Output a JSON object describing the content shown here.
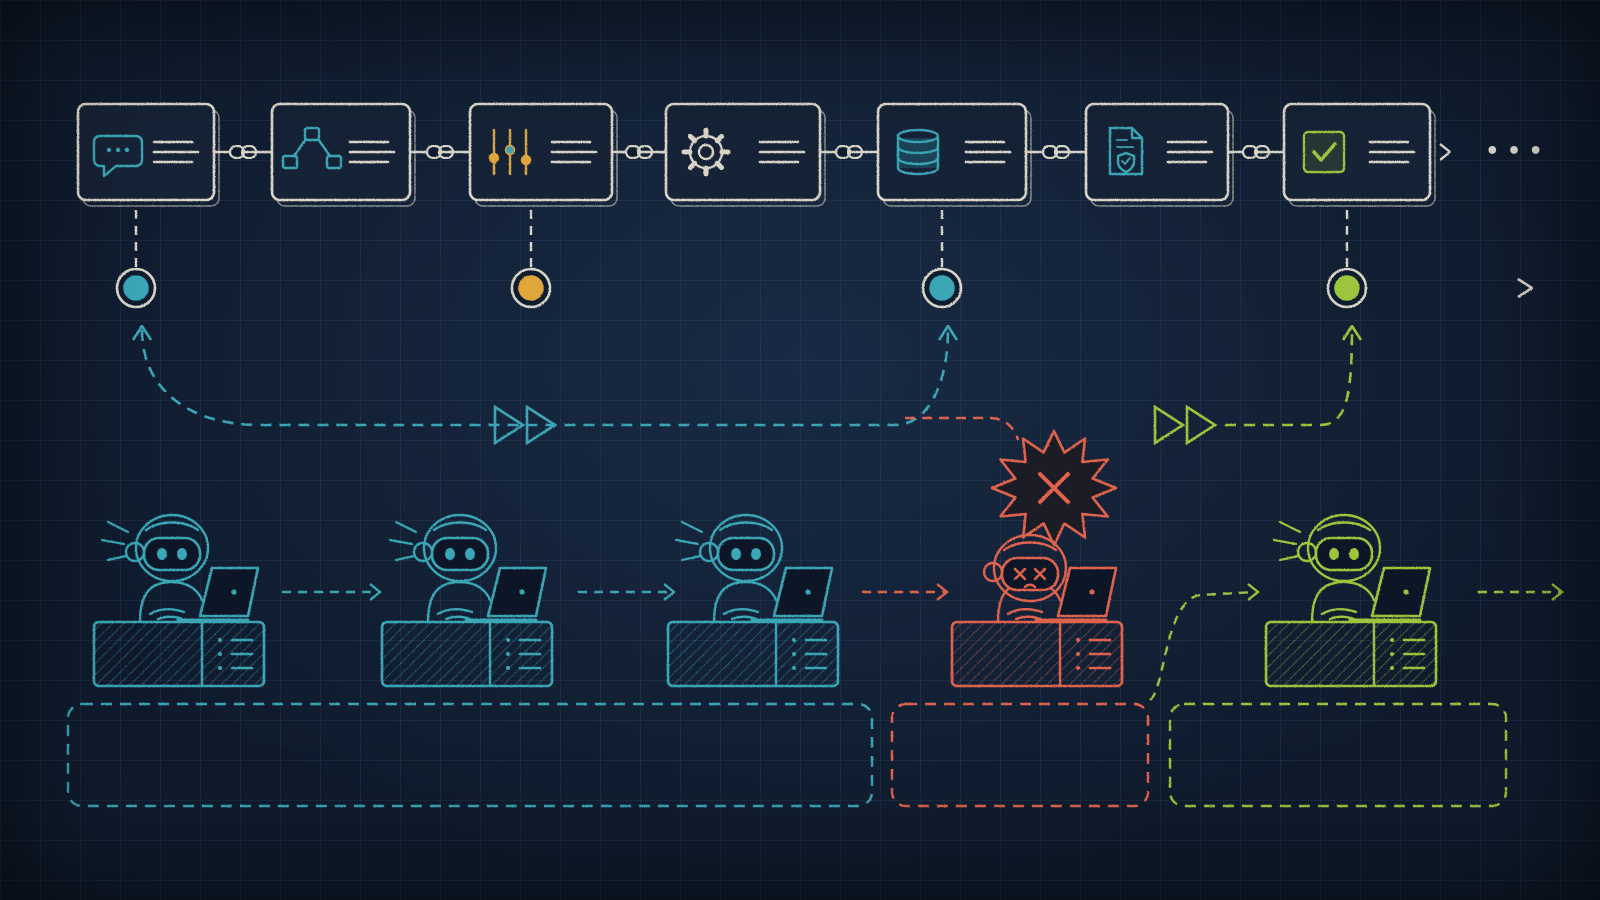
{
  "palette": {
    "background": "#0f1b2d",
    "chalk": "#d8d4c8",
    "teal": "#3aa6b6",
    "amber": "#e0a53a",
    "red": "#e0644e",
    "green": "#9cc43c"
  },
  "pipeline": {
    "steps": [
      {
        "icon": "chat-bubble-icon",
        "accent": "teal"
      },
      {
        "icon": "branch-flow-icon",
        "accent": "teal"
      },
      {
        "icon": "sliders-icon",
        "accent": "amber"
      },
      {
        "icon": "gear-icon",
        "accent": "chalk"
      },
      {
        "icon": "database-icon",
        "accent": "teal"
      },
      {
        "icon": "shield-document-icon",
        "accent": "teal"
      },
      {
        "icon": "checkbox-check-icon",
        "accent": "green"
      }
    ],
    "continuation": "• • •"
  },
  "timeline": {
    "markers": [
      {
        "step": 1,
        "accent": "teal"
      },
      {
        "step": 3,
        "accent": "amber"
      },
      {
        "step": 5,
        "accent": "teal"
      },
      {
        "step": 7,
        "accent": "green"
      }
    ]
  },
  "agents": [
    {
      "state": "working",
      "accent": "teal",
      "icon": "robot-at-laptop-icon"
    },
    {
      "state": "working",
      "accent": "teal",
      "icon": "robot-at-laptop-icon"
    },
    {
      "state": "working",
      "accent": "teal",
      "icon": "robot-at-laptop-icon"
    },
    {
      "state": "failed",
      "accent": "red",
      "icon": "robot-failed-icon",
      "burst_icon": "error-x-burst-icon"
    },
    {
      "state": "resumed",
      "accent": "green",
      "icon": "robot-at-laptop-icon"
    }
  ],
  "groups": [
    {
      "accent": "teal",
      "members": [
        1,
        2,
        3
      ]
    },
    {
      "accent": "red",
      "members": [
        4
      ]
    },
    {
      "accent": "green",
      "members": [
        5
      ]
    }
  ]
}
